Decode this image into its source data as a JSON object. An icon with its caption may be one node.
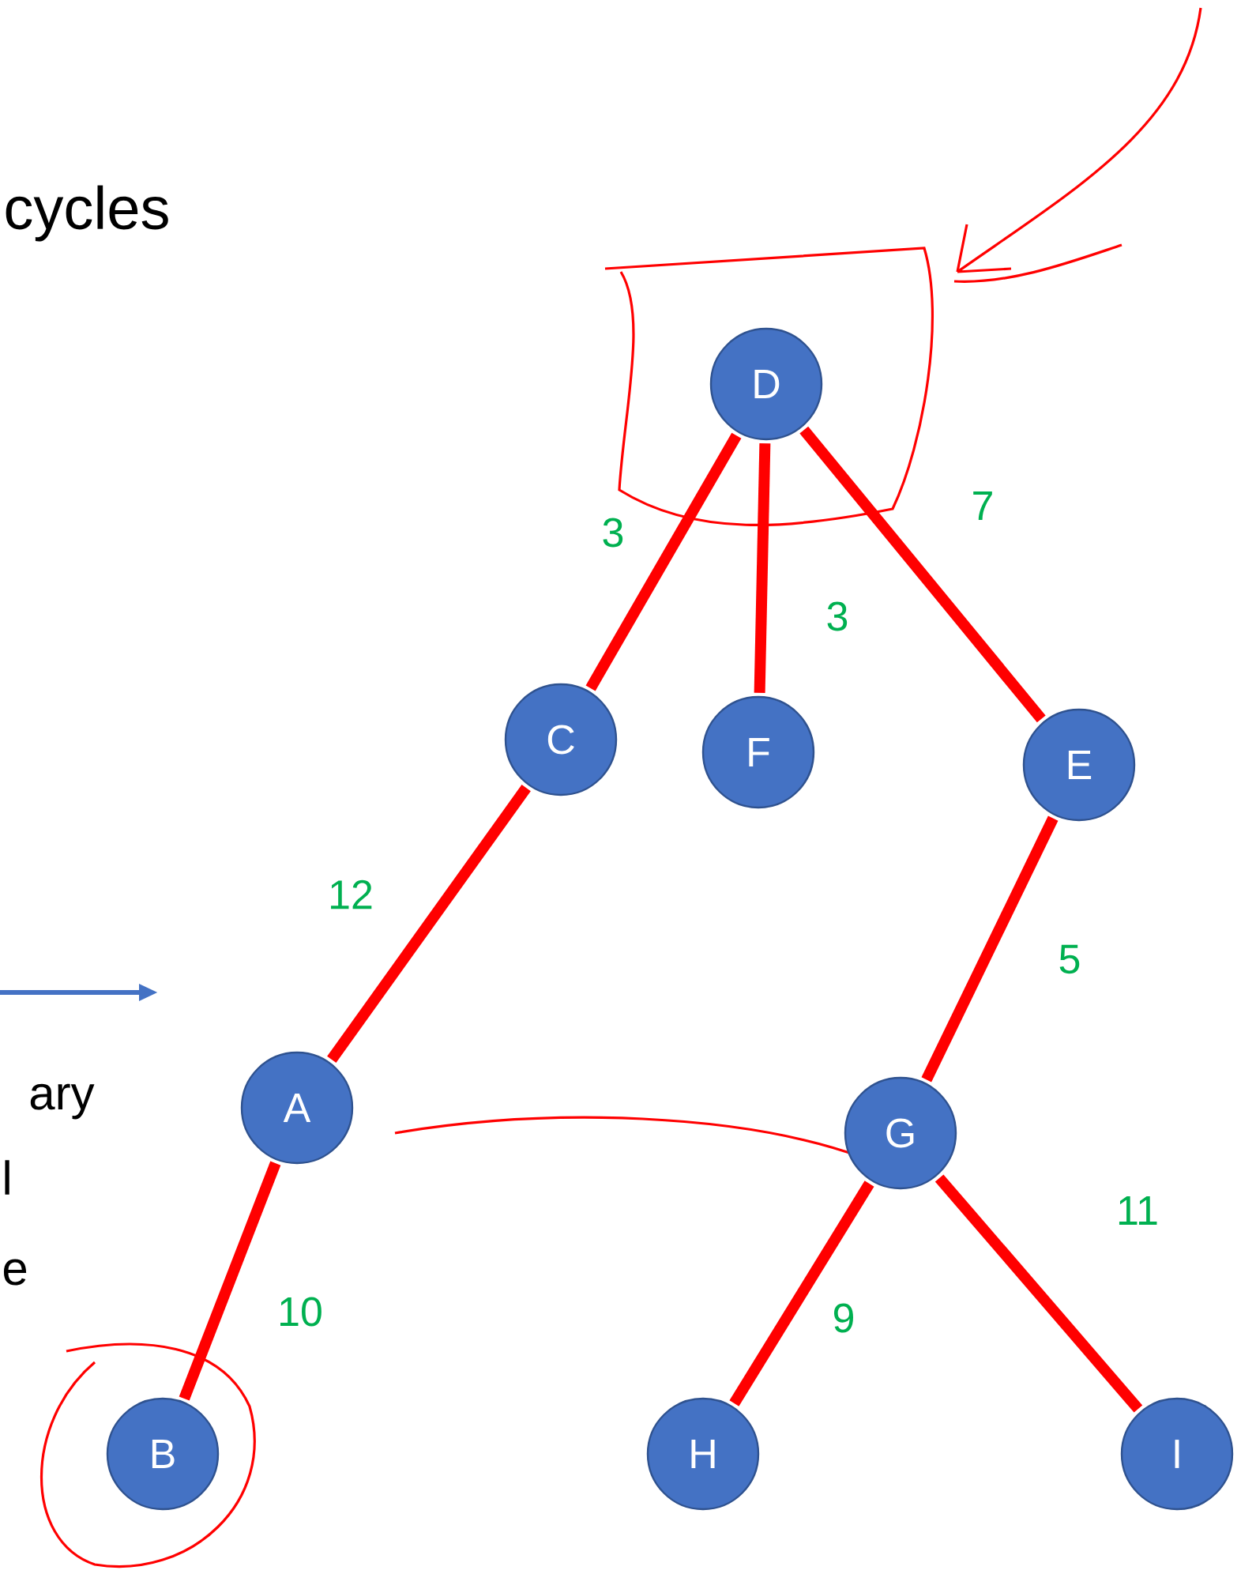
{
  "diagram": {
    "nodes": [
      {
        "text": [
          "D"
        ]
      },
      {
        "text": [
          "C"
        ]
      },
      {
        "text": [
          "F"
        ]
      },
      {
        "text": [
          "E"
        ]
      },
      {
        "text": [
          "A"
        ]
      },
      {
        "text": [
          "G"
        ]
      },
      {
        "text": [
          "B"
        ]
      },
      {
        "text": [
          "H"
        ]
      },
      {
        "text": [
          "I"
        ]
      }
    ],
    "edges": [
      {
        "from": 0,
        "to": 1,
        "arrow": "none",
        "label": "3"
      },
      {
        "from": 0,
        "to": 2,
        "arrow": "none",
        "label": "3"
      },
      {
        "from": 0,
        "to": 3,
        "arrow": "none",
        "label": "7"
      },
      {
        "from": 1,
        "to": 4,
        "arrow": "none",
        "label": "12"
      },
      {
        "from": 3,
        "to": 5,
        "arrow": "none",
        "label": "5"
      },
      {
        "from": 4,
        "to": 6,
        "arrow": "none",
        "label": "10"
      },
      {
        "from": 5,
        "to": 7,
        "arrow": "none",
        "label": "9"
      },
      {
        "from": 5,
        "to": 8,
        "arrow": "none",
        "label": "11"
      }
    ],
    "labels": [
      "cycles",
      "ary",
      "l",
      "e"
    ]
  }
}
